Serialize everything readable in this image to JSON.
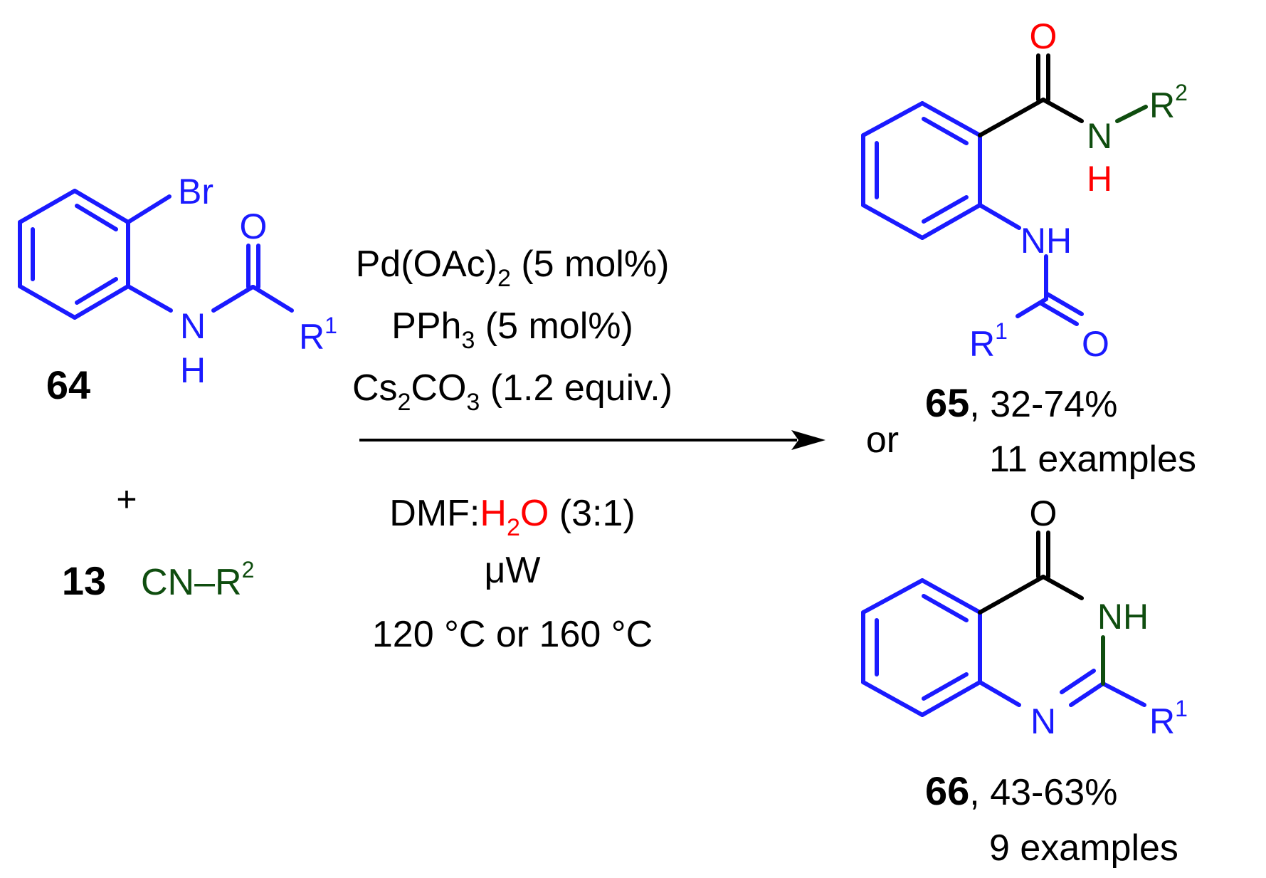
{
  "colors": {
    "blue": "#1a1aff",
    "green": "#0f4d0f",
    "red": "#ff0000",
    "black": "#000000"
  },
  "reactant_64": {
    "id": "64",
    "br": "Br",
    "o": "O",
    "n": "N",
    "h": "H",
    "r": "R",
    "r_sup": "1"
  },
  "plus": "+",
  "reactant_13": {
    "id": "13",
    "formula": "CN–R",
    "sup": "2"
  },
  "conditions": {
    "pd_main": "Pd(OAc)",
    "pd_sub": "2",
    "pd_rest": " (5 mol%)",
    "pph_main": "PPh",
    "pph_sub": "3",
    "pph_rest": " (5 mol%)",
    "cs_a": "Cs",
    "cs_sub1": "2",
    "cs_b": "CO",
    "cs_sub2": "3",
    "cs_rest": " (1.2 equiv.)",
    "solvent_a": "DMF:",
    "solvent_h": "H",
    "solvent_sub": "2",
    "solvent_o": "O",
    "solvent_rest": " (3:1)",
    "mw": "μW",
    "temp": "120 °C or 160 °C"
  },
  "or_word": "or",
  "product_65": {
    "o_top": "O",
    "n": "N",
    "h_red": "H",
    "r2": "R",
    "r2_sup": "2",
    "nh": "NH",
    "r1": "R",
    "r1_sup": "1",
    "o_bottom": "O",
    "id": "65",
    "yield": ", 32-74%",
    "examples": "11 examples"
  },
  "product_66": {
    "o": "O",
    "nh": "NH",
    "n": "N",
    "r1": "R",
    "r1_sup": "1",
    "id": "66",
    "yield": ", 43-63%",
    "examples": "9 examples"
  }
}
